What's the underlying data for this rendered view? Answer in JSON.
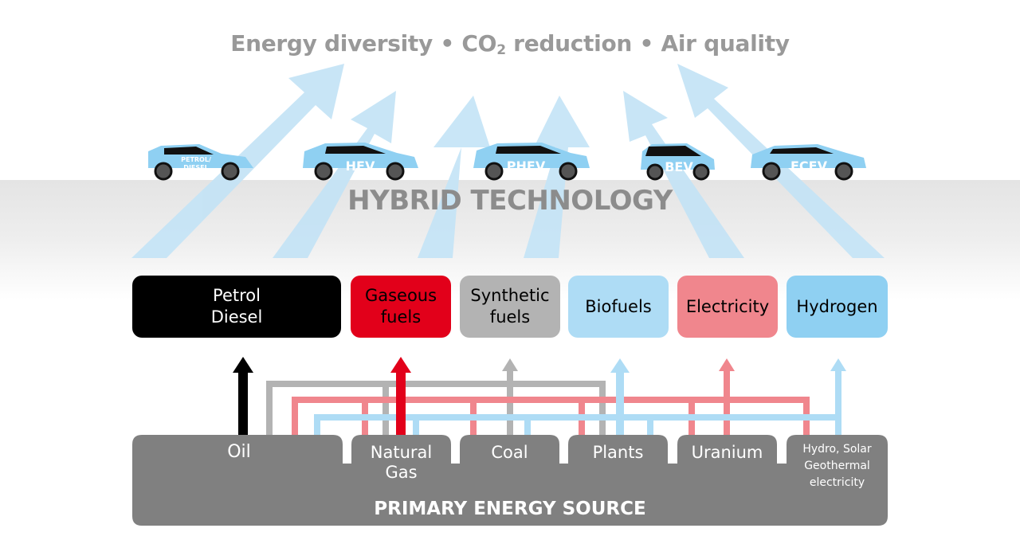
{
  "headline": {
    "part1": "Energy diversity • CO",
    "sub": "2",
    "part2": " reduction • Air quality"
  },
  "hybrid_label": "HYBRID TECHNOLOGY",
  "cars": [
    {
      "label_line1": "PETROL/",
      "label_line2": "DIESEL"
    },
    {
      "label": "HEV"
    },
    {
      "label": "PHEV"
    },
    {
      "label": "BEV"
    },
    {
      "label": "FCEV"
    }
  ],
  "fuels": [
    {
      "label": "Petrol\nDiesel",
      "bg": "#000000",
      "fg": "#ffffff"
    },
    {
      "label": "Gaseous\nfuels",
      "bg": "#e2001a",
      "fg": "#000000"
    },
    {
      "label": "Synthetic\nfuels",
      "bg": "#b3b3b3",
      "fg": "#000000"
    },
    {
      "label": "Biofuels",
      "bg": "#aedcf5",
      "fg": "#000000"
    },
    {
      "label": "Electricity",
      "bg": "#f0868d",
      "fg": "#000000"
    },
    {
      "label": "Hydrogen",
      "bg": "#8fd0f2",
      "fg": "#000000"
    }
  ],
  "sources": [
    {
      "label": "Oil"
    },
    {
      "label": "Natural\nGas"
    },
    {
      "label": "Coal"
    },
    {
      "label": "Plants"
    },
    {
      "label": "Uranium"
    },
    {
      "label": "Hydro, Solar\nGeothermal\nelectricity"
    }
  ],
  "primary_label": "PRIMARY ENERGY SOURCE",
  "colors": {
    "band_gray": "#e4e4e4",
    "up_arrow": "#c3e3f6",
    "car_body": "#8fd0f2",
    "source_box": "#808080",
    "line_gray": "#b3b3b3",
    "line_pink": "#f0868d",
    "line_blue": "#aedcf5",
    "arrow_black": "#000000",
    "arrow_red": "#e2001a"
  }
}
